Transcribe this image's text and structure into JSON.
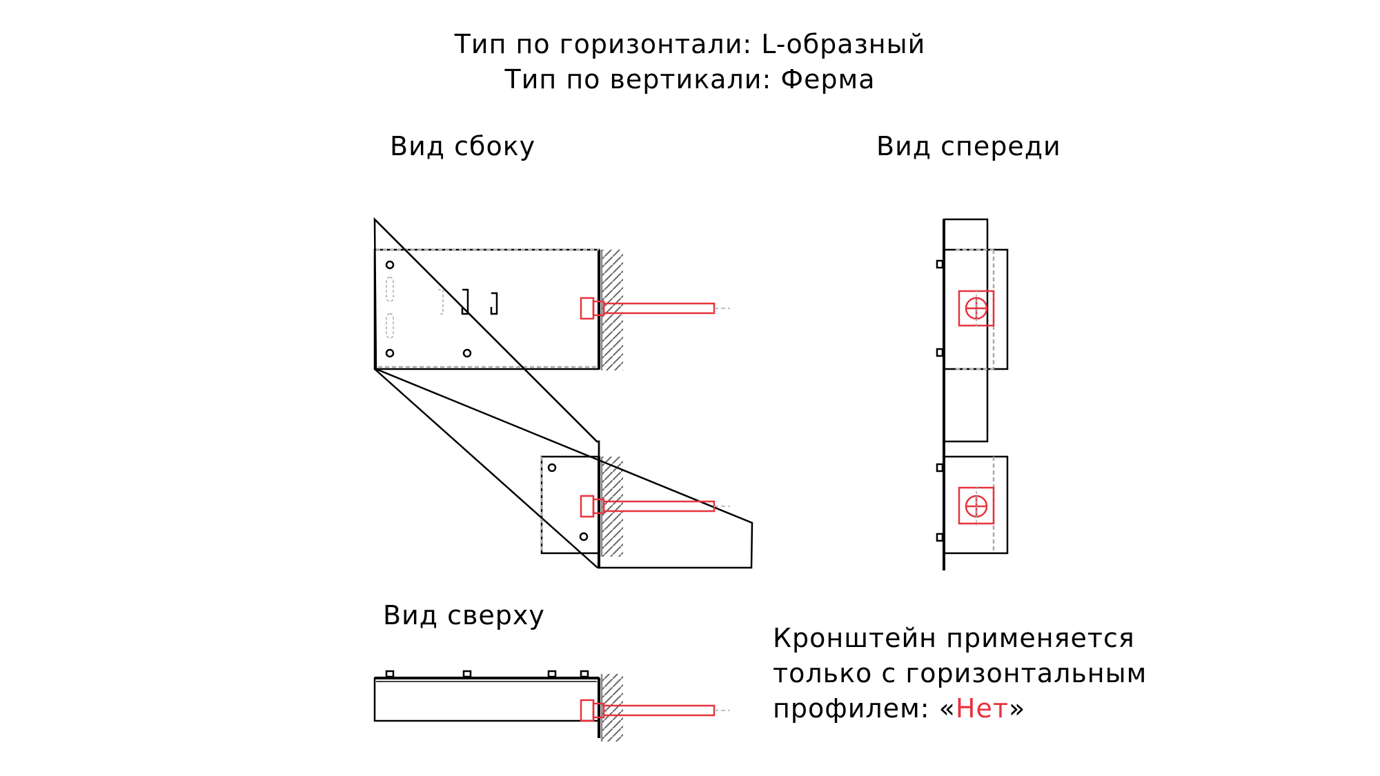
{
  "titles": {
    "line1": "Тип по горизонтали: L-образный",
    "line2": "Тип по вертикали: Ферма"
  },
  "views": {
    "side": "Вид сбоку",
    "front": "Вид спереди",
    "top": "Вид сверху"
  },
  "note": {
    "line1": "Кронштейн применяется",
    "line2": "только с горизонтальным",
    "line3_prefix": "профилем: «",
    "line3_value": "Нет",
    "line3_suffix": "»"
  },
  "colors": {
    "line": "#000000",
    "accent": "#e8323c",
    "hidden": "#999999"
  }
}
